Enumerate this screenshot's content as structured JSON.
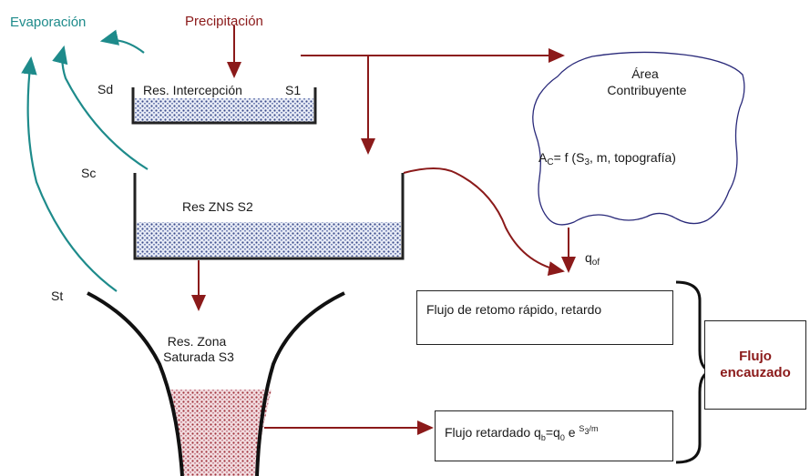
{
  "labels": {
    "evaporation": "Evaporación",
    "precipitation": "Precipitación",
    "sd": "Sd",
    "sc": "Sc",
    "st": "St",
    "interception": "Res. Intercepción",
    "s1": "S1",
    "zns": "Res ZNS S2",
    "zona_line1": "Res. Zona",
    "zona_line2": "Saturada S3",
    "area_line1": "Área",
    "area_line2": "Contribuyente",
    "area_formula_a": "A",
    "area_formula_sub": "C",
    "area_formula_rest": "= f (S",
    "area_formula_sub3": "3",
    "area_formula_end": ", m, topografía)",
    "qof_q": "q",
    "qof_sub": "of"
  },
  "boxes": {
    "quick_flow": "Flujo de retomo rápido, retardo",
    "slow_flow_prefix": "Flujo retardado q",
    "slow_flow_sub_b": "b",
    "slow_flow_eq": "=q",
    "slow_flow_sub_0": "0",
    "slow_flow_e": " e ",
    "slow_flow_sup": "S",
    "slow_flow_sup_sub": "3",
    "slow_flow_sup_end": "/m",
    "channel_flow_line1": "Flujo",
    "channel_flow_line2": "encauzado"
  },
  "colors": {
    "teal": "#1e8b8b",
    "dark_red": "#8b1a1a",
    "reservoir_dots": "#3a4a8a",
    "saturated_dots": "#a0303a",
    "outline": "#222222"
  }
}
